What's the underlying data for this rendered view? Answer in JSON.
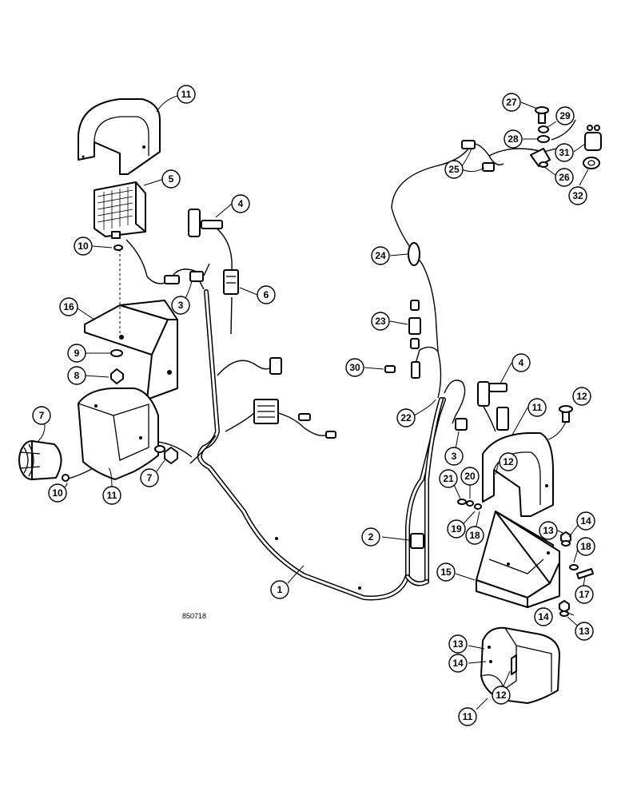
{
  "drawing_number": "850718",
  "callouts": [
    {
      "id": "c11a",
      "label": "11"
    },
    {
      "id": "c5",
      "label": "5"
    },
    {
      "id": "c4a",
      "label": "4"
    },
    {
      "id": "c10a",
      "label": "10"
    },
    {
      "id": "c6",
      "label": "6"
    },
    {
      "id": "c3a",
      "label": "3"
    },
    {
      "id": "c16",
      "label": "16"
    },
    {
      "id": "c9",
      "label": "9"
    },
    {
      "id": "c8",
      "label": "8"
    },
    {
      "id": "c7a",
      "label": "7"
    },
    {
      "id": "c7b",
      "label": "7"
    },
    {
      "id": "c10b",
      "label": "10"
    },
    {
      "id": "c11b",
      "label": "11"
    },
    {
      "id": "c27",
      "label": "27"
    },
    {
      "id": "c29",
      "label": "29"
    },
    {
      "id": "c28",
      "label": "28"
    },
    {
      "id": "c31",
      "label": "31"
    },
    {
      "id": "c25",
      "label": "25"
    },
    {
      "id": "c26",
      "label": "26"
    },
    {
      "id": "c32",
      "label": "32"
    },
    {
      "id": "c24",
      "label": "24"
    },
    {
      "id": "c23",
      "label": "23"
    },
    {
      "id": "c30",
      "label": "30"
    },
    {
      "id": "c4b",
      "label": "4"
    },
    {
      "id": "c22",
      "label": "22"
    },
    {
      "id": "c12a",
      "label": "12"
    },
    {
      "id": "c11c",
      "label": "11"
    },
    {
      "id": "c3b",
      "label": "3"
    },
    {
      "id": "c12b",
      "label": "12"
    },
    {
      "id": "c21",
      "label": "21"
    },
    {
      "id": "c20",
      "label": "20"
    },
    {
      "id": "c19",
      "label": "19"
    },
    {
      "id": "c18a",
      "label": "18"
    },
    {
      "id": "c2",
      "label": "2"
    },
    {
      "id": "c13a",
      "label": "13"
    },
    {
      "id": "c14a",
      "label": "14"
    },
    {
      "id": "c18b",
      "label": "18"
    },
    {
      "id": "c15",
      "label": "15"
    },
    {
      "id": "c17",
      "label": "17"
    },
    {
      "id": "c1",
      "label": "1"
    },
    {
      "id": "c14b",
      "label": "14"
    },
    {
      "id": "c13b",
      "label": "13"
    },
    {
      "id": "c13c",
      "label": "13"
    },
    {
      "id": "c14c",
      "label": "14"
    },
    {
      "id": "c12c",
      "label": "12"
    },
    {
      "id": "c11d",
      "label": "11"
    }
  ]
}
